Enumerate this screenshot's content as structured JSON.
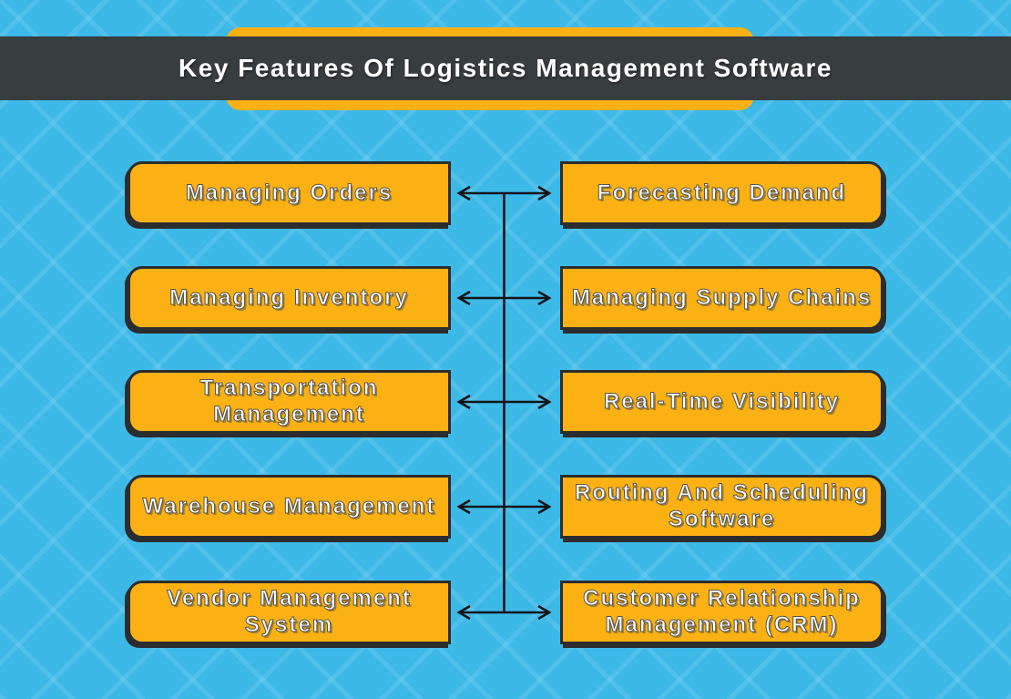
{
  "title": "Key Features Of Logistics Management Software",
  "rows": [
    {
      "left": "Managing Orders",
      "right": "Forecasting Demand"
    },
    {
      "left": "Managing Inventory",
      "right": "Managing Supply Chains"
    },
    {
      "left": "Transportation Management",
      "right": "Real-Time Visibility"
    },
    {
      "left": "Warehouse Management",
      "right": "Routing And Scheduling Software"
    },
    {
      "left": "Vendor Management System",
      "right": "Customer Relationship Management (CRM)"
    }
  ],
  "colors": {
    "background": "#3DB9E8",
    "accent_yellow": "#FBB114",
    "bar_dark": "#383D40",
    "box_border": "#2B2D2E",
    "text": "#FFFFFF",
    "connector": "#141414"
  }
}
